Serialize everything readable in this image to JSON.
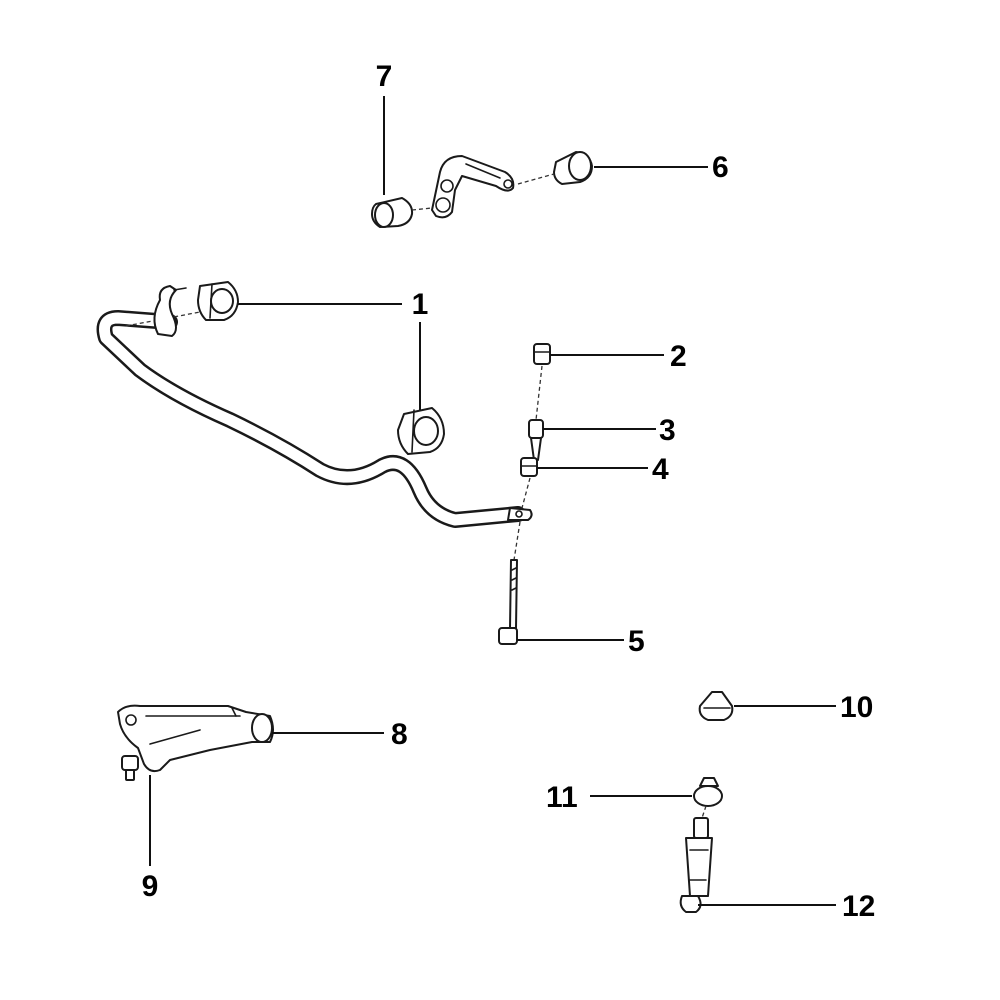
{
  "callouts": [
    {
      "id": "1",
      "label": "1"
    },
    {
      "id": "2",
      "label": "2"
    },
    {
      "id": "3",
      "label": "3"
    },
    {
      "id": "4",
      "label": "4"
    },
    {
      "id": "5",
      "label": "5"
    },
    {
      "id": "6",
      "label": "6"
    },
    {
      "id": "7",
      "label": "7"
    },
    {
      "id": "8",
      "label": "8"
    },
    {
      "id": "9",
      "label": "9"
    },
    {
      "id": "10",
      "label": "10"
    },
    {
      "id": "11",
      "label": "11"
    },
    {
      "id": "12",
      "label": "12"
    }
  ],
  "colors": {
    "line": "#1a1a1a",
    "background": "#ffffff"
  }
}
